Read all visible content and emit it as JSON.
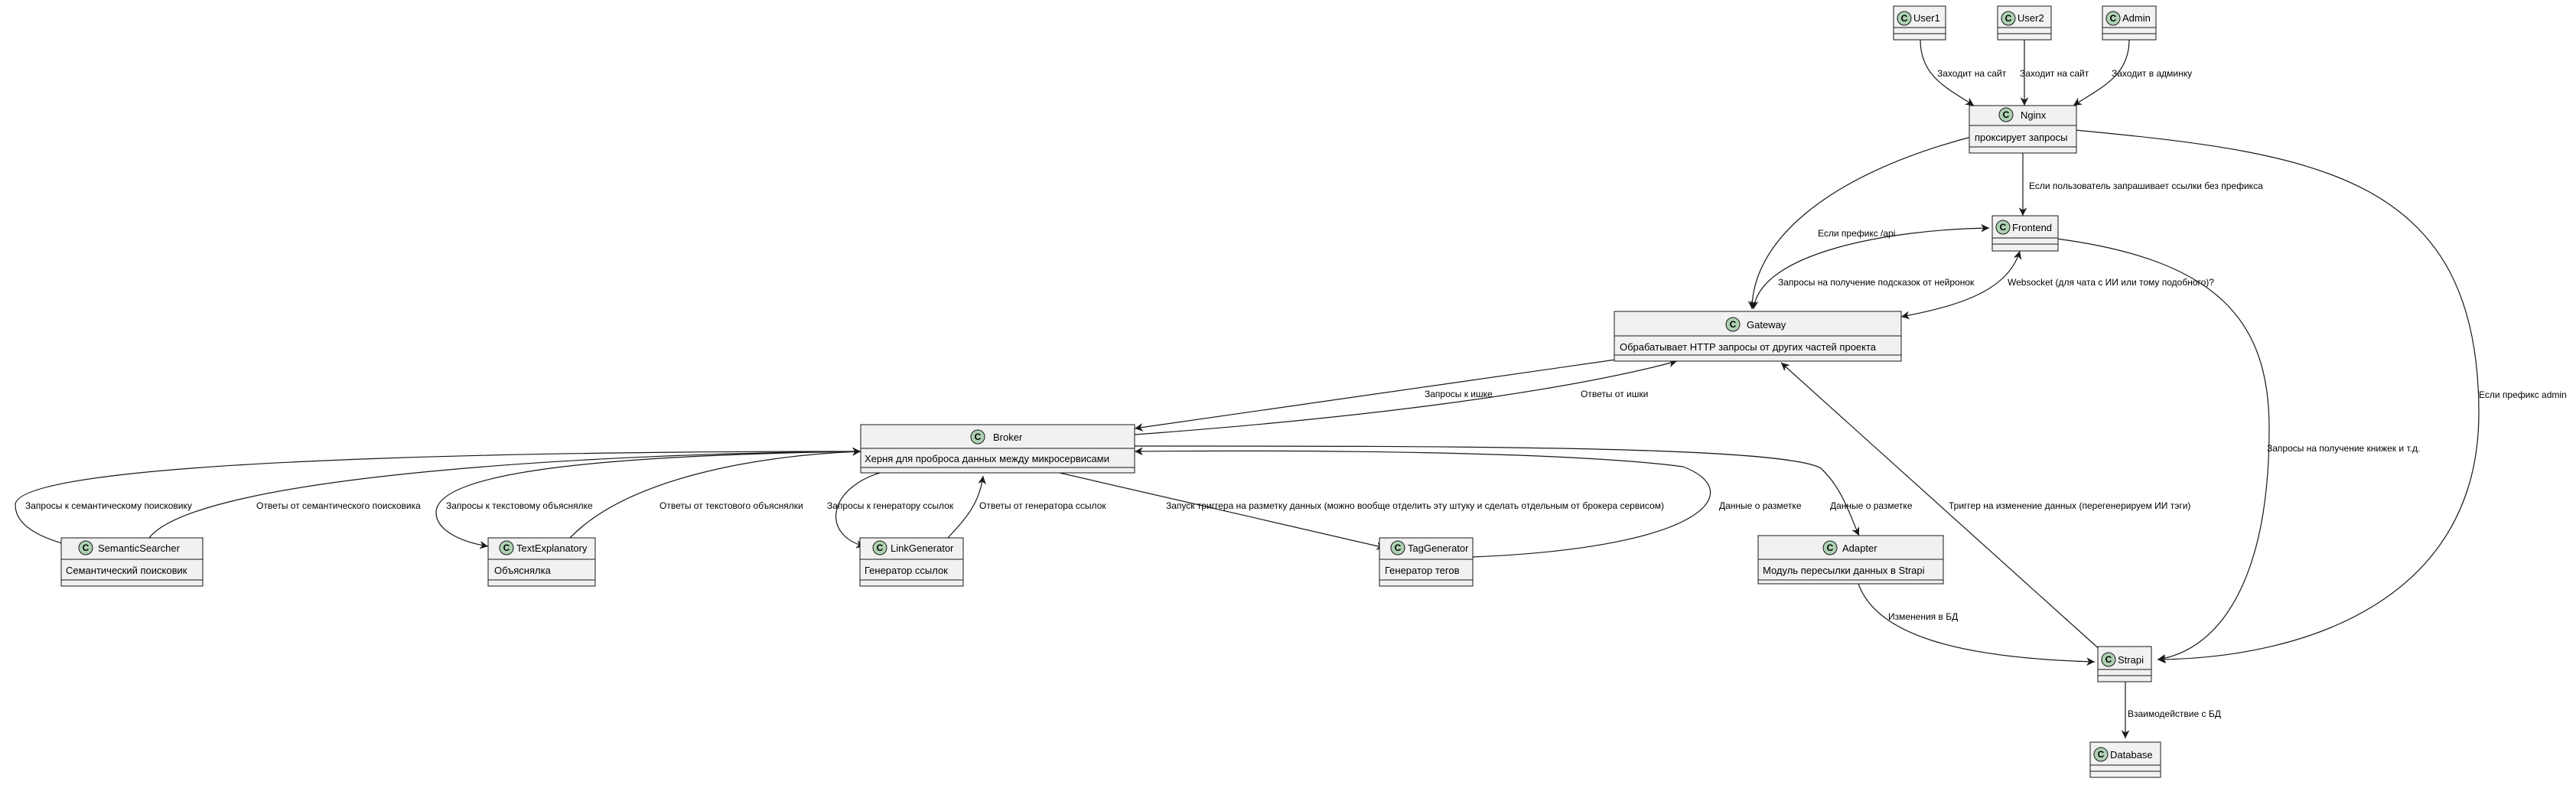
{
  "nodes": {
    "user1": {
      "name": "User1",
      "desc": ""
    },
    "user2": {
      "name": "User2",
      "desc": ""
    },
    "admin": {
      "name": "Admin",
      "desc": ""
    },
    "nginx": {
      "name": "Nginx",
      "desc": "проксирует запросы"
    },
    "frontend": {
      "name": "Frontend",
      "desc": ""
    },
    "gateway": {
      "name": "Gateway",
      "desc": "Обрабатывает HTTP запросы от других частей проекта"
    },
    "broker": {
      "name": "Broker",
      "desc": "Херня для проброса данных между микросервисами"
    },
    "semantic": {
      "name": "SemanticSearcher",
      "desc": "Семантический поисковик"
    },
    "textexpl": {
      "name": "TextExplanatory",
      "desc": "Объяснялка"
    },
    "linkgen": {
      "name": "LinkGenerator",
      "desc": "Генератор ссылок"
    },
    "taggen": {
      "name": "TagGenerator",
      "desc": "Генератор тегов"
    },
    "adapter": {
      "name": "Adapter",
      "desc": "Модуль пересылки данных в Strapi"
    },
    "strapi": {
      "name": "Strapi",
      "desc": ""
    },
    "database": {
      "name": "Database",
      "desc": ""
    }
  },
  "edges": {
    "user1_nginx": "Заходит на сайт",
    "user2_nginx": "Заходит на сайт",
    "admin_nginx": "Заходит в админку",
    "nginx_frontend": "Если пользователь запрашивает ссылки без префикса",
    "nginx_gateway": "Если префикс /api",
    "nginx_strapi": "Если префикс admin",
    "frontend_gateway": "Запросы на получение подсказок от нейронок",
    "frontend_gateway_ws": "Websocket (для чата с ИИ или тому подобного)?",
    "frontend_strapi": "Запросы на получение книжек и т.д.",
    "gateway_broker": "Запросы к ишке",
    "broker_gateway": "Ответы от ишки",
    "broker_semantic": "Запросы к семантическому поисковику",
    "semantic_broker": "Ответы от семантического поисковика",
    "broker_textexpl": "Запросы к текстовому объяснялке",
    "textexpl_broker": "Ответы от текстового объяснялки",
    "broker_linkgen": "Запросы к генератору ссылок",
    "linkgen_broker": "Ответы от генератора ссылок",
    "broker_taggen": "Запуск триггера на разметку данных (можно вообще отделить эту штуку и сделать отдельным от брокера сервисом)",
    "taggen_broker": "Данные о разметке",
    "broker_adapter": "Данные о разметке",
    "strapi_gateway": "Триггер на изменение данных (перегенерируем ИИ тэги)",
    "adapter_strapi": "Изменения в БД",
    "strapi_database": "Взаимодействие с БД"
  },
  "colors": {
    "box_fill": "#f1f1f1",
    "border": "#181818",
    "class_badge": "#add1b2"
  },
  "icons": {
    "class_badge": "C"
  }
}
